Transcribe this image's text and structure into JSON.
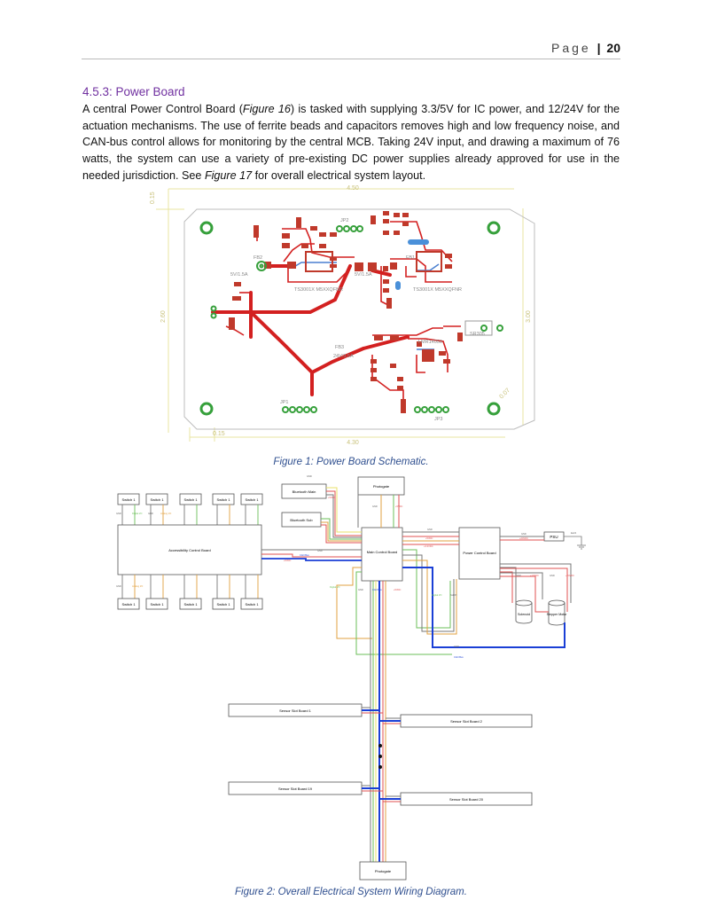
{
  "header": {
    "page_word": "Page",
    "separator": "|",
    "page_number": "20"
  },
  "section": {
    "title": "4.5.3: Power Board"
  },
  "paragraph": {
    "part1": "A central Power Control Board (",
    "ref1": "Figure 16",
    "part2": ") is tasked with supplying 3.3/5V for IC power, and 12/24V for the actuation mechanisms. The use of ferrite beads and capacitors removes high and low frequency noise, and CAN-bus control allows for monitoring by the central MCB. Taking 24V input, and drawing a maximum of 76 watts, the system can use a variety of pre-existing DC power supplies already approved for use in the needed jurisdiction. See ",
    "ref2": "Figure 17",
    "part3": " for overall electrical system layout."
  },
  "figure1": {
    "caption": "Figure 1: Power Board Schematic.",
    "dims": {
      "top_width": "4.50",
      "bottom_width": "4.30",
      "left_height": "2.60",
      "right_height": "3.00",
      "top_offset": "0.15",
      "bottom_offset": "0.15",
      "corner": "0.07"
    },
    "labels": {
      "fb2": "FB2",
      "fb2_val": "5V/1.5A",
      "fb1": "FB1",
      "fb1_val": "5V/1.5A",
      "fb3": "FB3",
      "fb3_val": "24V/3.5A",
      "reg1": "TS3001X M5XXQFNR",
      "reg2": "TS3001X M5XXQFNR",
      "reg3": "LMR14050",
      "jp1": "JP1",
      "jp2": "JP2",
      "jp3": "JP3",
      "sr": "SR305"
    }
  },
  "figure2": {
    "caption": "Figure 2: Overall Electrical System Wiring Diagram.",
    "switch_label": "Switch 1",
    "accessibility_board": "Accessibility Control Board",
    "bluetooth_main": "Bluetooth Main",
    "bluetooth_sub": "Bluetooth Sub",
    "photogate": "Photogate",
    "main_control": "Main Control Board",
    "power_control": "Power Control Board",
    "psu": "PSU",
    "solenoid": "Solenoid",
    "stepper": "Stepper Motor",
    "sensor1": "Sensor Slot Board 1",
    "sensor2": "Sensor Slot Board 2",
    "sensor19": "Sensor Slot Board 19",
    "sensor20": "Sensor Slot Board 20",
    "wire_labels": {
      "gnd": "GND",
      "digital": "Digital I/O",
      "analog": "Analog I/O",
      "v5": "+5VDC",
      "v33": "+3.3VDC",
      "v12": "+12VDC",
      "v24": "+24VDC",
      "can": "CAN Bus",
      "shdn": "SHDN",
      "earth": "Earth"
    }
  }
}
